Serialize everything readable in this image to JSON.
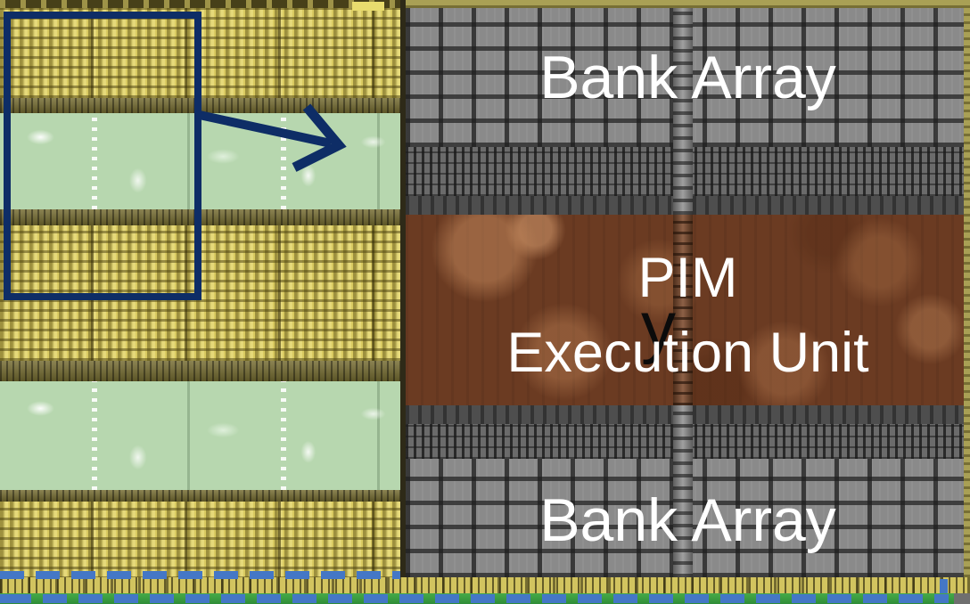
{
  "figure_title": "HBM-PIM die photograph with zoom-in of PIM block",
  "labels": {
    "bank_array_top": "Bank Array",
    "pim_line1": "PIM",
    "pim_glyph": "y",
    "pim_line2": "Execution Unit",
    "bank_array_bottom": "Bank Array"
  },
  "icons": {
    "zoom_arrow": "arrow-right-icon",
    "highlight_rect": "selection-rectangle-outline"
  },
  "colors": {
    "annotation_navy": "#0e2d66",
    "dash_blue": "#4477c6",
    "bottom_green": "#3da343",
    "pim_brown": "#6b3b22",
    "bank_gray": "#8a8a8a",
    "die_yellow": "#d9ca61",
    "die_green_band": "#b7d7af",
    "label_white": "#ffffff",
    "glyph_black": "#0b0b0b"
  }
}
